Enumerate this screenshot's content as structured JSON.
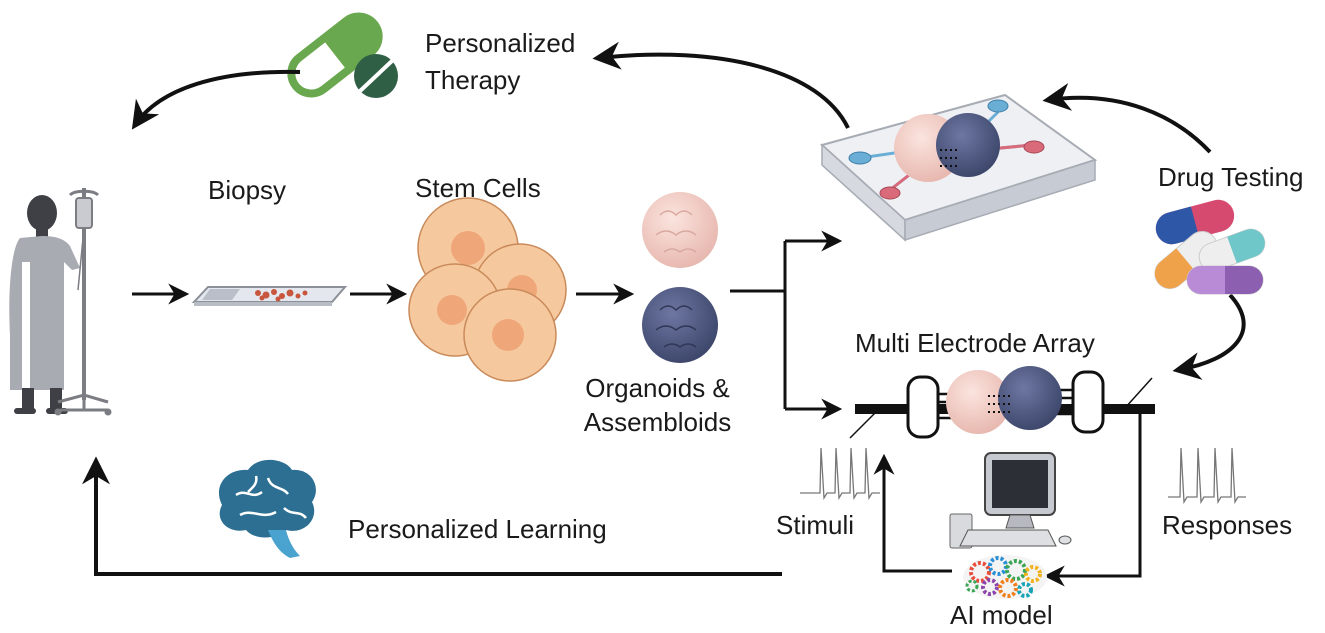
{
  "labels": {
    "personalized_therapy_line1": "Personalized",
    "personalized_therapy_line2": "Therapy",
    "biopsy": "Biopsy",
    "stem_cells": "Stem Cells",
    "organoids_line1": "Organoids &",
    "organoids_line2": "Assembloids",
    "drug_testing": "Drug Testing",
    "multi_electrode_array": "Multi Electrode Array",
    "stimuli": "Stimuli",
    "responses": "Responses",
    "personalized_learning": "Personalized Learning",
    "ai_model": "AI model"
  },
  "colors": {
    "arrow": "#111111",
    "pill_green": "#6aa84f",
    "tablet_green": "#2f5f45",
    "stem_cell_fill": "#f6c89e",
    "stem_cell_nucleus": "#efa77a",
    "organoid_pink": "#f2cfc8",
    "assembloid_blue": "#4f5a85",
    "brain_blue": "#2d6f92",
    "patient_gray": "#3e4046",
    "gown_gray": "#a9abb2"
  },
  "icons": [
    "pill-capsule-icon",
    "tablet-icon",
    "patient-icon",
    "iv-stand-icon",
    "slide-icon",
    "chip-icon",
    "capsules-icon",
    "brain-icon",
    "computer-icon",
    "ai-gears-icon",
    "spike-train-icon"
  ]
}
